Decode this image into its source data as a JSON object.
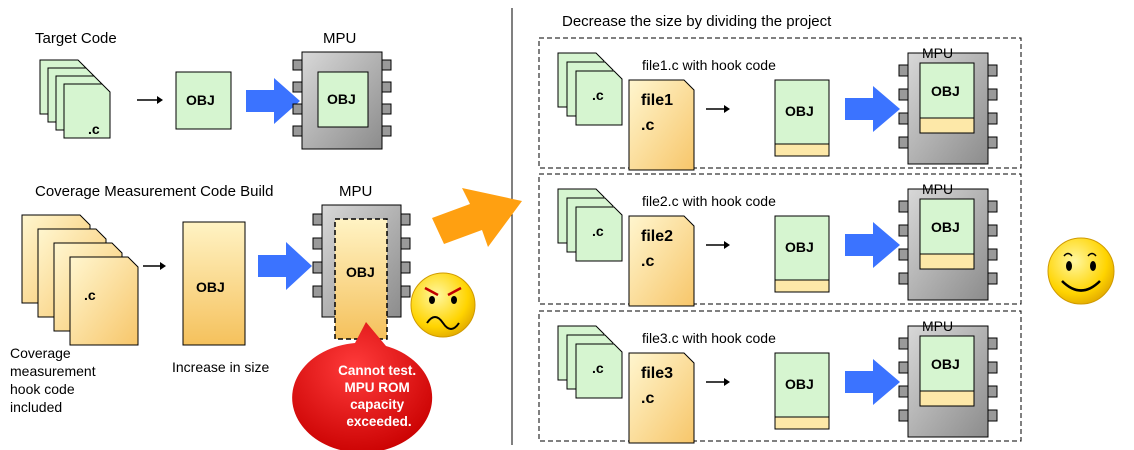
{
  "left": {
    "target_title": "Target Code",
    "mpu_label_top": "MPU",
    "c_ext": ".c",
    "obj": "OBJ",
    "coverage_title": "Coverage Measurement Code Build",
    "mpu_label_bottom": "MPU",
    "hook_caption": [
      "Coverage",
      "measurement",
      "hook code",
      "included"
    ],
    "increase_caption": "Increase in size",
    "error_bubble": [
      "Cannot test.",
      "MPU ROM",
      "capacity",
      "exceeded."
    ]
  },
  "right": {
    "title": "Decrease the size by dividing the project",
    "mpu_label": "MPU",
    "obj": "OBJ",
    "c_ext": ".c",
    "panels": [
      {
        "caption": "file1.c with hook code",
        "file_name": "file1",
        "file_ext": ".c"
      },
      {
        "caption": "file2.c with hook code",
        "file_name": "file2",
        "file_ext": ".c"
      },
      {
        "caption": "file3.c with hook code",
        "file_name": "file3",
        "file_ext": ".c"
      }
    ]
  },
  "icons": [
    "file-stack-icon",
    "arrow-right-icon",
    "big-arrow-icon",
    "mpu-chip-icon",
    "sad-face-icon",
    "happy-face-icon"
  ],
  "colors": {
    "green_doc": "#d6f5d0",
    "yellow_doc": "#fde8a8",
    "chip": "#a6a6a6",
    "blue_arrow": "#3b73ff",
    "orange_arrow": "#ffa011",
    "bubble": "#e00000"
  }
}
